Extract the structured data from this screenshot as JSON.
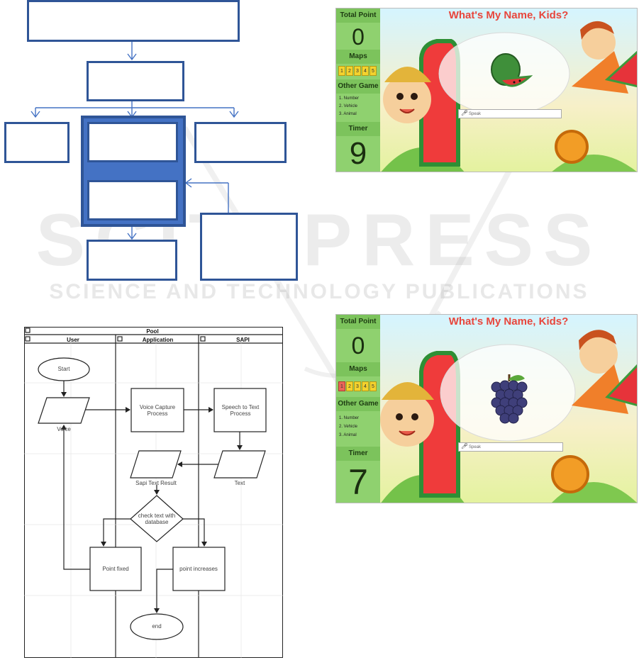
{
  "watermark": {
    "line1": "SCITEPRESS",
    "line2": "SCIENCE AND TECHNOLOGY PUBLICATIONS"
  },
  "swimlane": {
    "title": "Pool",
    "lanes": [
      "User",
      "Application",
      "SAPI"
    ],
    "nodes": {
      "start": "Start",
      "voice": "Voice",
      "voice_capture": "Voice Capture Process",
      "speech_to_text": "Speech to Text Process",
      "sapi_text_result": "Sapi Text Result",
      "text": "Text",
      "check": "check text with database",
      "point_fixed": "Point fixed",
      "point_increases": "point increases",
      "end": "end"
    }
  },
  "game_screens": [
    {
      "total_point_label": "Total Point",
      "total_point": "0",
      "maps_label": "Maps",
      "maps": [
        "1",
        "2",
        "3",
        "4",
        "5"
      ],
      "active_map": null,
      "other_game_label": "Other Game",
      "other_games": [
        "1. Number",
        "2. Vehicle",
        "3. Animal"
      ],
      "timer_label": "Timer",
      "timer": "9",
      "title": "What's My Name, Kids?",
      "speech_placeholder": "Speak",
      "fruit": "watermelon",
      "colors": {
        "title": "#e8463c",
        "sidebar": "#8fd16f",
        "map_cell": "#f3d22e"
      }
    },
    {
      "total_point_label": "Total Point",
      "total_point": "0",
      "maps_label": "Maps",
      "maps": [
        "1",
        "2",
        "3",
        "4",
        "5"
      ],
      "active_map": "1",
      "other_game_label": "Other Game",
      "other_games": [
        "1. Number",
        "2. Vehicle",
        "3. Animal"
      ],
      "timer_label": "Timer",
      "timer": "7",
      "title": "What's My Name, Kids?",
      "speech_placeholder": "Speak",
      "fruit": "grapes",
      "colors": {
        "title": "#e8463c",
        "sidebar": "#8fd16f",
        "map_cell": "#f3d22e",
        "active_map_cell": "#e9665a"
      }
    }
  ]
}
